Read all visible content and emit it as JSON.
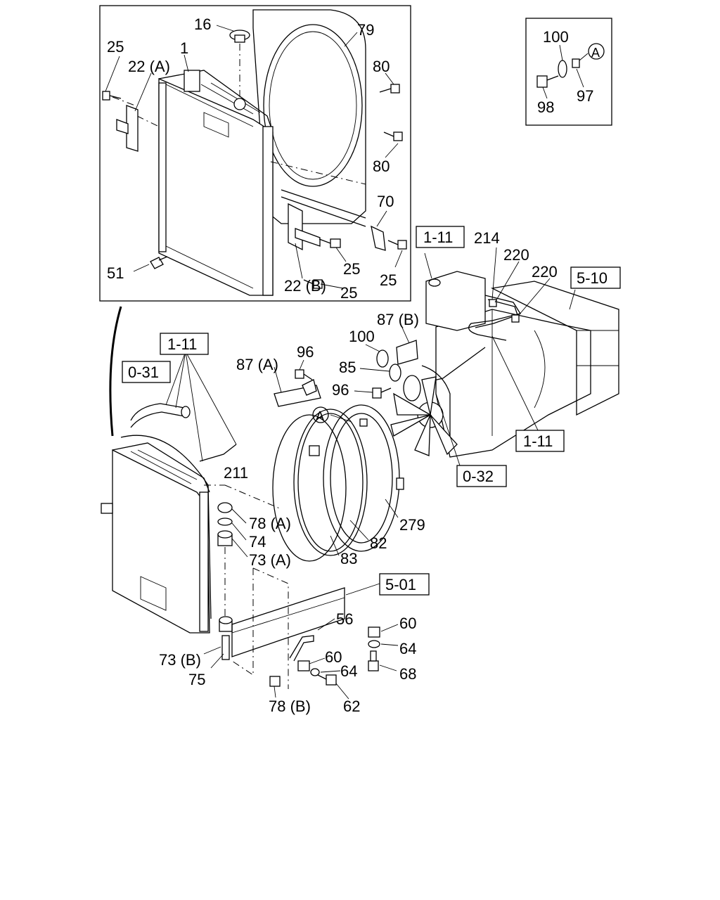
{
  "callouts": {
    "c16": "16",
    "c25a": "25",
    "c22a": "22 (A)",
    "c1": "1",
    "c79": "79",
    "c80a": "80",
    "c80b": "80",
    "c70": "70",
    "c51": "51",
    "c22b": "22 (B)",
    "c25b": "25",
    "c25c": "25",
    "c25d": "25",
    "c100a": "100",
    "c97": "97",
    "c98": "98",
    "c214": "214",
    "c220a": "220",
    "c220b": "220",
    "c87b": "87 (B)",
    "c100b": "100",
    "c96a": "96",
    "c87a": "87 (A)",
    "c85": "85",
    "c96b": "96",
    "c211": "211",
    "c78a": "78 (A)",
    "c74": "74",
    "c73a": "73 (A)",
    "c279": "279",
    "c82": "82",
    "c83": "83",
    "c56": "56",
    "c60a": "60",
    "c64a": "64",
    "c68": "68",
    "c60b": "60",
    "c64b": "64",
    "c62": "62",
    "c73b": "73 (B)",
    "c75": "75",
    "c78b": "78 (B)"
  },
  "refs": {
    "r111a": "1-11",
    "r111b": "1-11",
    "r111c": "1-11",
    "r510": "5-10",
    "r031": "0-31",
    "r032": "0-32",
    "r501": "5-01"
  },
  "circle_marks": {
    "a1": "A",
    "a2": "A"
  }
}
